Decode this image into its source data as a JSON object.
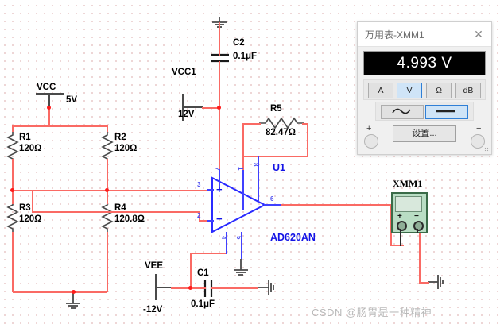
{
  "schematic": {
    "sources": [
      {
        "name": "VCC",
        "value": "5V"
      },
      {
        "name": "VCC1",
        "value": "12V"
      },
      {
        "name": "VEE",
        "value": "-12V"
      }
    ],
    "resistors": [
      {
        "ref": "R1",
        "value": "120Ω"
      },
      {
        "ref": "R2",
        "value": "120Ω"
      },
      {
        "ref": "R3",
        "value": "120Ω"
      },
      {
        "ref": "R4",
        "value": "120.8Ω"
      },
      {
        "ref": "R5",
        "value": "82.47Ω"
      }
    ],
    "capacitors": [
      {
        "ref": "C1",
        "value": "0.1μF"
      },
      {
        "ref": "C2",
        "value": "0.1μF"
      }
    ],
    "opamp": {
      "ref": "U1",
      "part": "AD620AN",
      "pins": [
        "1",
        "2",
        "3",
        "4",
        "5",
        "6",
        "7",
        "8"
      ],
      "plus_sign": "+",
      "minus_sign": "−"
    },
    "instrument": {
      "ref": "XMM1",
      "plus": "+",
      "minus": "−"
    },
    "wire_color": "#fa6a64",
    "symbol_color": "#4a4a4a",
    "device_color": "#4040ff"
  },
  "dialog": {
    "title": "万用表-XMM1",
    "close_label": "✕",
    "reading": "4.993 V",
    "units": [
      {
        "label": "A",
        "selected": false
      },
      {
        "label": "V",
        "selected": true
      },
      {
        "label": "Ω",
        "selected": false
      },
      {
        "label": "dB",
        "selected": false
      }
    ],
    "modes": [
      {
        "icon": "ac-sine-icon",
        "selected": false
      },
      {
        "icon": "dc-line-icon",
        "selected": true
      }
    ],
    "settings_label": "设置...",
    "plus_terminal": "+",
    "minus_terminal": "−",
    "accent": "#2f7fd6"
  },
  "watermark": {
    "text": "CSDN @肠胃是一种精神"
  }
}
